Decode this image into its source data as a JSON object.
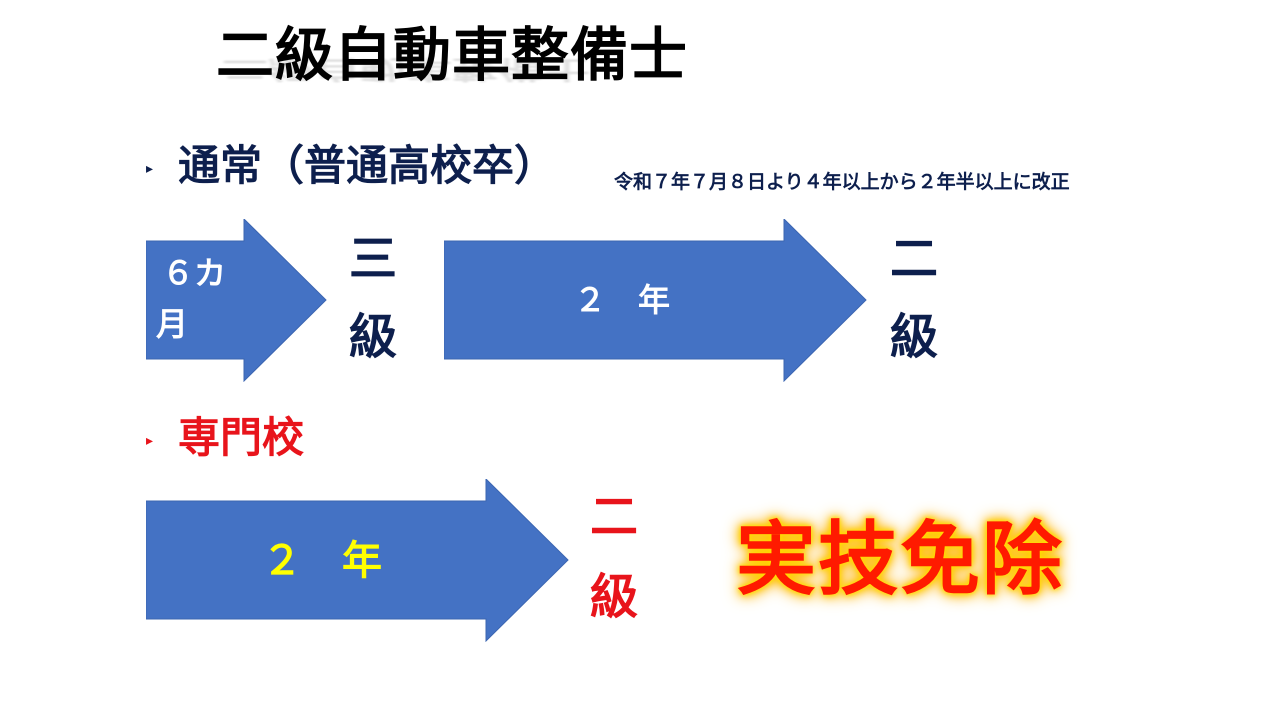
{
  "title": "二級自動車整備士",
  "sections": {
    "regular": {
      "bullet": "▸",
      "label": "通常（普通高校卒）",
      "note": "令和７年７月８日より４年以上から２年半以上に改正",
      "arrow1_line1": "６カ",
      "arrow1_line2": "月",
      "grade1_top": "三",
      "grade1_bottom": "級",
      "arrow2_text": "２　年",
      "grade2_top": "二",
      "grade2_bottom": "級"
    },
    "vocational": {
      "bullet": "▸",
      "label": "専門校",
      "arrow_text": "２　年",
      "grade_top": "二",
      "grade_bottom": "級",
      "exempt": "実技免除"
    }
  },
  "colors": {
    "arrow_fill": "#4472c4",
    "navy": "#0d1f4d",
    "red": "#e8141b",
    "yellow": "#ffff00",
    "white": "#ffffff"
  }
}
